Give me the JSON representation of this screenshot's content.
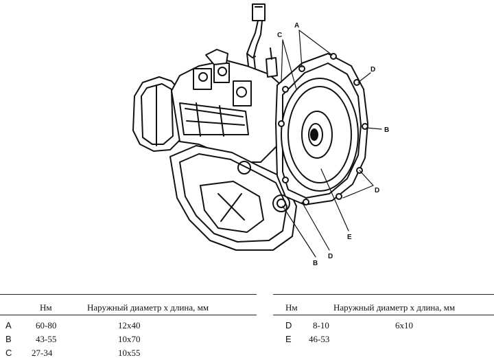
{
  "callouts": [
    "A",
    "B",
    "C",
    "D",
    "E"
  ],
  "table_left": {
    "header_torque": "Нм",
    "header_size": "Наружный диаметр х длина, мм",
    "rows": [
      {
        "key": "A",
        "torque": "60-80",
        "size": "12x40"
      },
      {
        "key": "B",
        "torque": "43-55",
        "size": "10x70"
      },
      {
        "key": "C",
        "torque": "27-34",
        "size": "10x55"
      }
    ]
  },
  "table_right": {
    "header_torque": "Нм",
    "header_size": "Наружный диаметр х длина, мм",
    "rows": [
      {
        "key": "D",
        "torque": "8-10",
        "size": "6x10"
      },
      {
        "key": "E",
        "torque": "46-53",
        "size": ""
      }
    ]
  }
}
